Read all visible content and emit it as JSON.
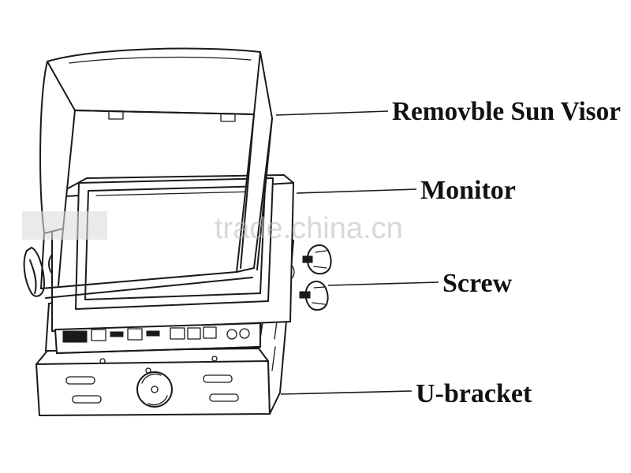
{
  "diagram": {
    "labels": {
      "sun_visor": "Removble Sun Visor",
      "monitor": "Monitor",
      "screw": "Screw",
      "u_bracket": "U-bracket"
    },
    "watermark": "trade.china.cn"
  }
}
